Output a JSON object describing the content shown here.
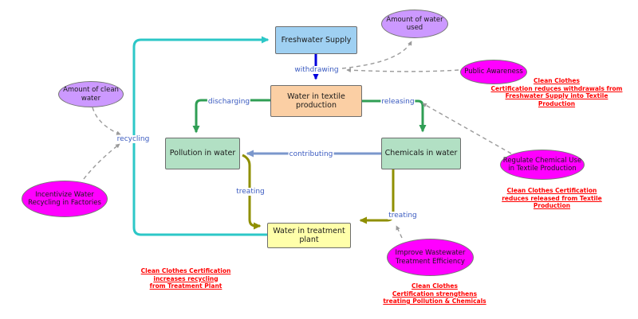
{
  "colors": {
    "stock_blue": "#9fd0f2",
    "stock_peach": "#fbcfa4",
    "stock_green": "#b2e0c4",
    "stock_yellow": "#ffffaa",
    "var_purple": "#cc99ff",
    "var_magenta": "#ff00ff",
    "flow_withdrawing": "#0000dd",
    "flow_green": "#2f9e54",
    "flow_contributing": "#7b97cc",
    "flow_treating": "#8f8f00",
    "flow_recycling": "#2cc7c7",
    "link_gray": "#9a9a9a",
    "label_blue": "#3b5bc0",
    "annotation_red": "#ff0000"
  },
  "nodes": {
    "freshwater_supply": {
      "label": "Freshwater Supply",
      "type": "stock"
    },
    "water_textile_production": {
      "label": "Water in textile\nproduction",
      "type": "stock"
    },
    "pollution_in_water": {
      "label": "Pollution in water",
      "type": "stock"
    },
    "chemicals_in_water": {
      "label": "Chemicals in water",
      "type": "stock"
    },
    "water_treatment_plant": {
      "label": "Water in treatment\nplant",
      "type": "stock"
    },
    "amount_water_used": {
      "label": "Amount of water\nused",
      "type": "variable"
    },
    "amount_clean_water": {
      "label": "Amount of clean\nwater",
      "type": "variable"
    },
    "public_awareness": {
      "label": "Public Awareness",
      "type": "policy"
    },
    "incentivize_recycling": {
      "label": "Incentivize Water\nRecycling in Factories",
      "type": "policy"
    },
    "regulate_chemicals": {
      "label": "Regulate Chemical Use\nin Textile Production",
      "type": "policy"
    },
    "improve_treatment": {
      "label": "Improve Wastewater\nTreatment Efficiency",
      "type": "policy"
    }
  },
  "flows": {
    "withdrawing": {
      "label": "withdrawing",
      "from": "Freshwater Supply",
      "to": "Water in textile production"
    },
    "discharging": {
      "label": "discharging",
      "from": "Water in textile production",
      "to": "Pollution in water"
    },
    "releasing": {
      "label": "releasing",
      "from": "Water in textile production",
      "to": "Chemicals in water"
    },
    "contributing": {
      "label": "contributing",
      "from": "Chemicals in water",
      "to": "Pollution in water"
    },
    "treating_pollution": {
      "label": "treating",
      "from": "Pollution in water",
      "to": "Water in treatment plant"
    },
    "treating_chemicals": {
      "label": "treating",
      "from": "Chemicals in water",
      "to": "Water in treatment plant"
    },
    "recycling": {
      "label": "recycling",
      "from": "Water in treatment plant",
      "to": "Freshwater Supply"
    }
  },
  "links": [
    {
      "from": "withdrawing",
      "to": "Amount of water used"
    },
    {
      "from": "Public Awareness",
      "to": "withdrawing"
    },
    {
      "from": "Regulate Chemical Use in Textile Production",
      "to": "releasing"
    },
    {
      "from": "Amount of clean water",
      "to": "recycling"
    },
    {
      "from": "Incentivize Water Recycling in Factories",
      "to": "recycling"
    },
    {
      "from": "Improve Wastewater Treatment Efficiency",
      "to": "treating"
    }
  ],
  "annotations": {
    "reduces_withdrawals": {
      "text": "Clean Clothes\nCertification reduces withdrawals from\nFreshwater Supply into Textile\nProduction"
    },
    "reduces_released": {
      "text": "Clean Clothes Certification\nreduces released from Textile\nProduction"
    },
    "increases_recycling": {
      "text": "Clean Clothes Certification\nincreases recycling\nfrom Treatment Plant"
    },
    "strengthens_treating": {
      "text": "Clean Clothes\nCertification strengthens\ntreating Pollution & Chemicals"
    }
  }
}
